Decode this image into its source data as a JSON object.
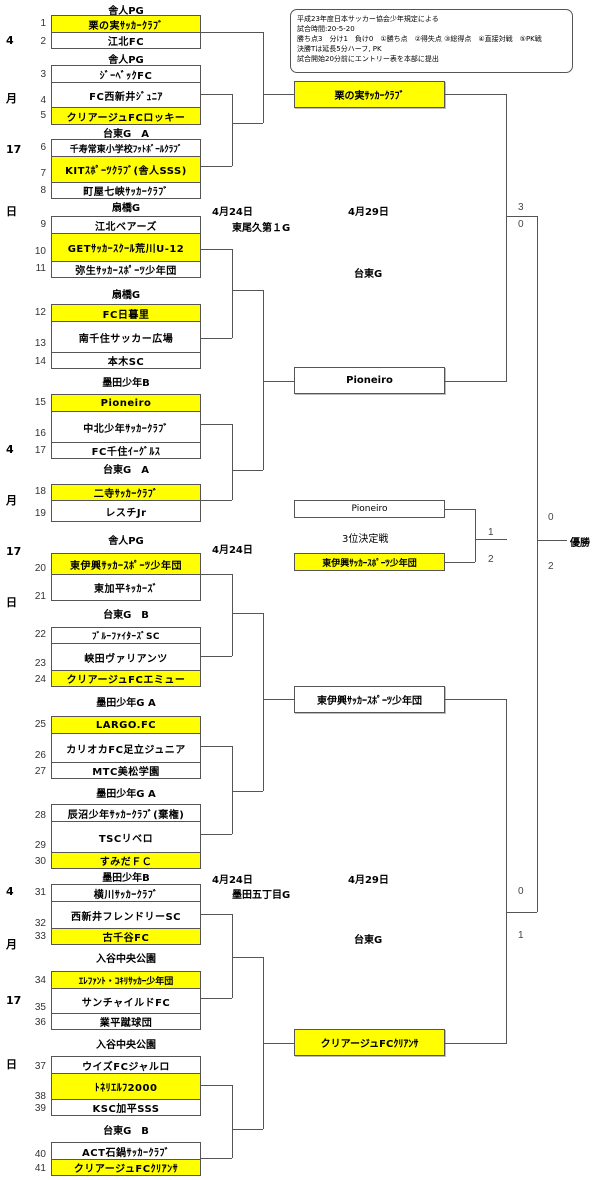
{
  "notes": [
    "平成23年度日本サッカー協会少年規定による",
    "試合時間:20-5-20",
    "勝ち点3　分け1　負け0　①勝ち点　②得失点 ③総得点　④直接対戦　⑤PK戦",
    "決勝Tは延長5分ハーフ, PK",
    "試合開始20分前にエントリー表を本部に提出"
  ],
  "side_date_labels": {
    "block1": [
      "4",
      "月",
      "17",
      "日"
    ],
    "block2": [
      "4",
      "月",
      "17",
      "日"
    ],
    "block3": [
      "4",
      "月",
      "17",
      "日"
    ]
  },
  "venues": [
    "舎人PG",
    "舎人PG",
    "台東G　A",
    "扇橋G",
    "扇橋G",
    "墨田少年B",
    "台東G　A",
    "舎人PG",
    "台東G　B",
    "墨田少年G A",
    "墨田少年G A",
    "墨田少年B",
    "入谷中央公園",
    "入谷中央公園",
    "台東G　B"
  ],
  "teams": [
    {
      "no": "1",
      "name": "栗の実ｻｯｶｰｸﾗﾌﾞ",
      "winner": true
    },
    {
      "no": "2",
      "name": "江北FC",
      "winner": false
    },
    {
      "no": "3",
      "name": "ｼﾞｰﾍﾞｯｸFC",
      "winner": false
    },
    {
      "no": "4",
      "name": "FC西新井ｼﾞｭﾆｱ",
      "winner": false
    },
    {
      "no": "5",
      "name": "クリアージュFCロッキー",
      "winner": true
    },
    {
      "no": "6",
      "name": "千寿常東小学校ﾌｯﾄﾎﾞｰﾙｸﾗﾌﾞ",
      "winner": false
    },
    {
      "no": "7",
      "name": "KITｽﾎﾟｰﾂｸﾗﾌﾞ(舎人SSS)",
      "winner": true
    },
    {
      "no": "8",
      "name": "町屋七峡ｻｯｶｰｸﾗﾌﾞ",
      "winner": false
    },
    {
      "no": "9",
      "name": "江北ベアーズ",
      "winner": false
    },
    {
      "no": "10",
      "name": "GETｻｯｶｰｽｸｰﾙ荒川U-12",
      "winner": true
    },
    {
      "no": "11",
      "name": "弥生ｻｯｶｰｽﾎﾟｰﾂ少年団",
      "winner": false
    },
    {
      "no": "12",
      "name": "FC日暮里",
      "winner": true
    },
    {
      "no": "13",
      "name": "南千住サッカー広場",
      "winner": false
    },
    {
      "no": "14",
      "name": "本木SC",
      "winner": false
    },
    {
      "no": "15",
      "name": "Pioneiro",
      "winner": true
    },
    {
      "no": "16",
      "name": "中北少年ｻｯｶｰｸﾗﾌﾞ",
      "winner": false
    },
    {
      "no": "17",
      "name": "FC千住ｲｰｸﾞﾙｽ",
      "winner": false
    },
    {
      "no": "18",
      "name": "二寺ｻｯｶｰｸﾗﾌﾞ",
      "winner": true
    },
    {
      "no": "19",
      "name": "レスチJr",
      "winner": false
    },
    {
      "no": "20",
      "name": "東伊興ｻｯｶｰｽﾎﾟｰﾂ少年団",
      "winner": true
    },
    {
      "no": "21",
      "name": "東加平ｷｯｶｰｽﾞ",
      "winner": false
    },
    {
      "no": "22",
      "name": "ﾌﾞﾙｰﾌｧｲﾀｰｽﾞSC",
      "winner": false
    },
    {
      "no": "23",
      "name": "峡田ヴァリアンツ",
      "winner": false
    },
    {
      "no": "24",
      "name": "クリアージュFCエミュー",
      "winner": true
    },
    {
      "no": "25",
      "name": "LARGO.FC",
      "winner": true
    },
    {
      "no": "26",
      "name": "カリオカFC足立ジュニア",
      "winner": false
    },
    {
      "no": "27",
      "name": "MTC美松学園",
      "winner": false
    },
    {
      "no": "28",
      "name": "辰沼少年ｻｯｶｰｸﾗﾌﾞ(棄権)",
      "winner": false
    },
    {
      "no": "29",
      "name": "TSCリベロ",
      "winner": false
    },
    {
      "no": "30",
      "name": "すみだＦＣ",
      "winner": true
    },
    {
      "no": "31",
      "name": "横川ｻｯｶｰｸﾗﾌﾞ",
      "winner": false
    },
    {
      "no": "32",
      "name": "西新井フレンドリーSC",
      "winner": false
    },
    {
      "no": "33",
      "name": "古千谷FC",
      "winner": true
    },
    {
      "no": "34",
      "name": "ｴﾚﾌｧﾝﾄ・ｺｷﾘｻｯｶｰ少年団",
      "winner": true
    },
    {
      "no": "35",
      "name": "サンチャイルドFC",
      "winner": false
    },
    {
      "no": "36",
      "name": "業平蹴球団",
      "winner": false
    },
    {
      "no": "37",
      "name": "ウイズFCジャルロ",
      "winner": false
    },
    {
      "no": "38",
      "name": "ﾄﾈﾘｴﾙﾌ2000",
      "winner": true
    },
    {
      "no": "39",
      "name": "KSC加平SSS",
      "winner": false
    },
    {
      "no": "40",
      "name": "ACT石鍋ｻｯｶｰｸﾗﾌﾞ",
      "winner": false
    },
    {
      "no": "41",
      "name": "クリアージュFCｸﾘｱﾝｻ",
      "winner": true
    }
  ],
  "round_labels": {
    "top_r2_date": "4月24日",
    "top_r2_venue": "東尾久第１G",
    "top_sf_date": "4月29日",
    "top_sf_venue": "台東G",
    "mid_r2_date": "4月24日",
    "bot_r2_date": "4月24日",
    "bot_r2_venue": "墨田五丁目G",
    "bot_sf_date": "4月29日",
    "bot_sf_venue": "台東G"
  },
  "quarterfinal_winners": [
    {
      "name": "栗の実ｻｯｶｰｸﾗﾌﾞ",
      "winner": true
    },
    {
      "name": "Pioneiro",
      "winner": false
    },
    {
      "name": "東伊興ｻｯｶｰｽﾎﾟｰﾂ少年団",
      "winner": false
    },
    {
      "name": "クリアージュFCｸﾘｱﾝｻ",
      "winner": true
    }
  ],
  "semifinal_scores": {
    "top_upper": "3",
    "top_lower": "0",
    "bottom_upper": "0",
    "bottom_lower": "1"
  },
  "third_place": {
    "title": "3位決定戦",
    "team_a": {
      "name": "Pioneiro",
      "winner": false
    },
    "team_b": {
      "name": "東伊興ｻｯｶｰｽﾎﾟｰﾂ少年団",
      "winner": true
    },
    "score_a": "1",
    "score_b": "2"
  },
  "final": {
    "label": "優勝",
    "score_upper": "0",
    "score_lower": "2"
  },
  "colors": {
    "winner_fill": "#ffff00",
    "line": "#555555"
  }
}
